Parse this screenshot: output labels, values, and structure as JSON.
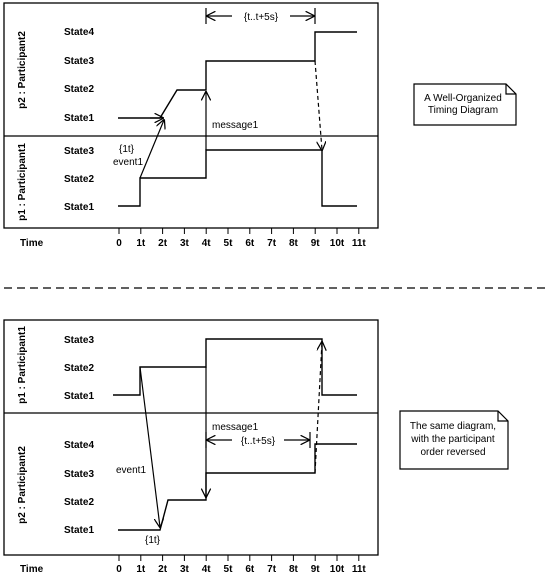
{
  "diagram1": {
    "lanes": [
      "p2 : Participant2",
      "p1 : Participant1"
    ],
    "p2_states": [
      "State4",
      "State3",
      "State2",
      "State1"
    ],
    "p1_states": [
      "State3",
      "State2",
      "State1"
    ],
    "time_label": "Time",
    "ticks": [
      "0",
      "1t",
      "2t",
      "3t",
      "4t",
      "5t",
      "6t",
      "7t",
      "8t",
      "9t",
      "10t",
      "11t"
    ],
    "constraint_top": "{t..t+5s}",
    "constraint_small": "{1t}",
    "event_label": "event1",
    "message_label": "message1",
    "note": [
      "A Well-Organized",
      "Timing Diagram"
    ]
  },
  "diagram2": {
    "lanes": [
      "p1 : Participant1",
      "p2 : Participant2"
    ],
    "p1_states": [
      "State3",
      "State2",
      "State1"
    ],
    "p2_states": [
      "State4",
      "State3",
      "State2",
      "State1"
    ],
    "time_label": "Time",
    "ticks": [
      "0",
      "1t",
      "2t",
      "3t",
      "4t",
      "5t",
      "6t",
      "7t",
      "8t",
      "9t",
      "10t",
      "11t"
    ],
    "constraint_mid": "{t..t+5s}",
    "constraint_small": "{1t}",
    "event_label": "event1",
    "message_label": "message1",
    "note": [
      "The same diagram,",
      "with the participant",
      "order reversed"
    ]
  }
}
